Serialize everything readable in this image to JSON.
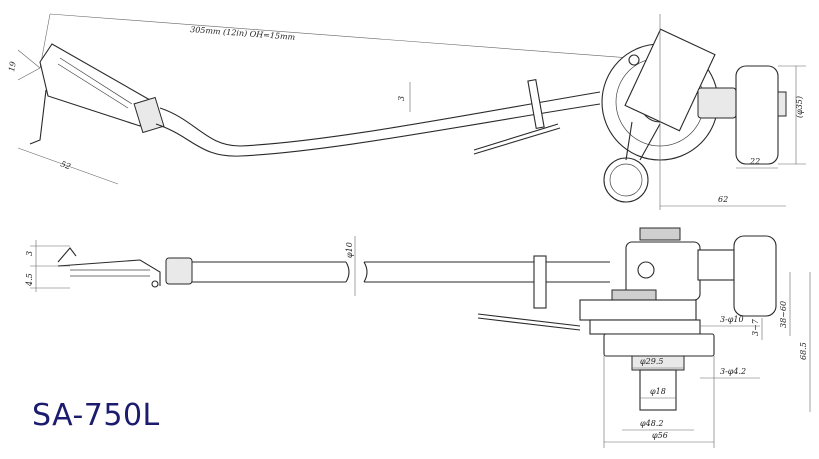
{
  "model_name": "SA-750L",
  "colors": {
    "model_text": "#1c1c6e",
    "line": "#2a2a2a"
  },
  "top_view": {
    "length_label": "305mm (12in)  OH=15mm",
    "offset_angle_label": "19",
    "headshell_label": "52",
    "height_label": "3",
    "counterweight_dia_label": "(φ35)",
    "counterweight_len_label": "22",
    "pivot_to_back_label": "62"
  },
  "side_view": {
    "left_top_label": "3",
    "left_bottom_label": "4.5",
    "tube_dia_label": "φ10",
    "mount_holes_label": "3-φ10",
    "screw_holes_label": "3-φ4.2",
    "height_small_label": "3~7",
    "height_range_label": "38~60",
    "total_height_label": "68.5",
    "base_dia_label": "φ29.5",
    "shaft_dia_label": "φ18",
    "flange_dia_label": "φ48.2",
    "outer_dia_label": "φ56"
  }
}
